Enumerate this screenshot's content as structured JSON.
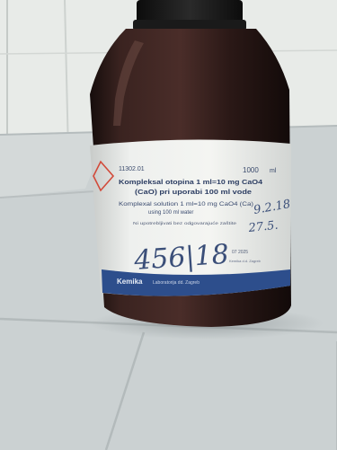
{
  "photo": {
    "subject": "amber glass reagent bottle on tiled countertop",
    "colors": {
      "wall_tile": "#e7ebe8",
      "counter_tile": "#c9d0d1",
      "grout": "#b6bdbe",
      "bottle_glass": "#2b1c1a",
      "label_white": "#f1f2ef",
      "brand_band": "#2d4e8c",
      "ink_blue": "#3b4f79"
    }
  },
  "label": {
    "code": "11302.01",
    "volume": "1000",
    "volume_unit": "ml",
    "title_line1": "Kompleksal otopina 1 ml=10 mg CaO4",
    "title_line2": "(CaO) pri uporabi 100 ml vode",
    "subtitle_line1": "Komplexal solution 1 ml=10 mg CaO4 (Ca)",
    "subtitle_line2": "using 100 ml water",
    "note": "Ni upotrebljivati bez odgovarajuće zaštite",
    "lot": "07 2025",
    "fineprint": "Kemika d.d. Zagreb",
    "brand": "Kemika",
    "brand_tagline": "Laboratorija dd. Zagreb",
    "handwritten_number": "456|18",
    "handwritten_date_top": "9.2.18",
    "handwritten_date_bottom": "27.5."
  }
}
